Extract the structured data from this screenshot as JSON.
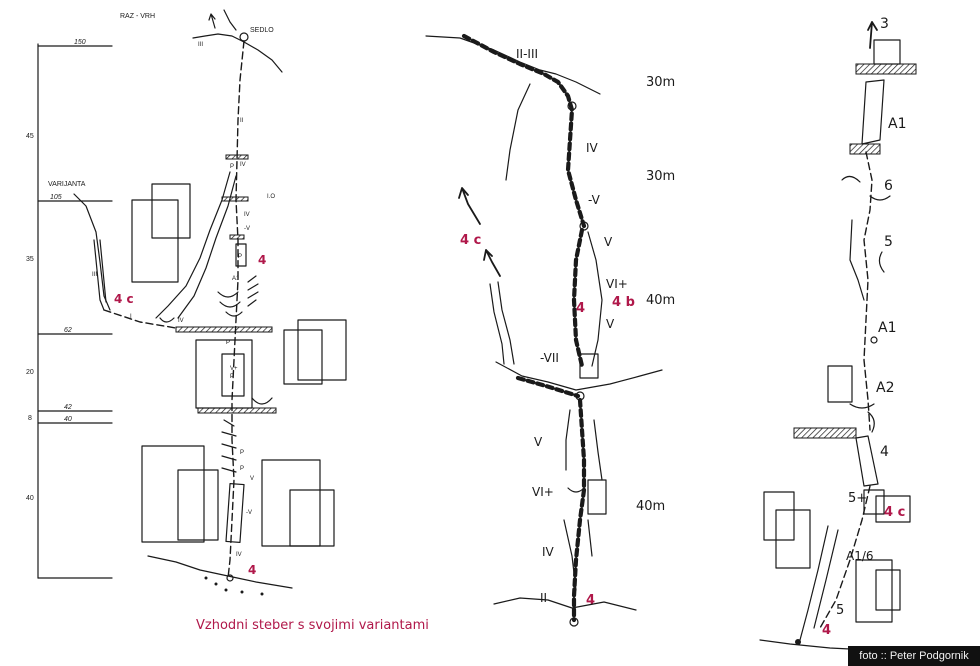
{
  "caption": "Vzhodni steber s svojimi variantami",
  "credit": "foto :: Peter Podgornik",
  "colors": {
    "ink": "#1a1a1a",
    "accent": "#b0184a",
    "credit_bg": "#111111"
  },
  "left_topo": {
    "summit": "RAZ - VRH",
    "saddle": "SEDLO",
    "variant": "VARIJANTA",
    "scale_heights": [
      "150",
      "105",
      "62",
      "42",
      "40"
    ],
    "pitch_lengths": [
      "45",
      "35",
      "20",
      "8",
      "40"
    ],
    "grades": [
      "III",
      "II",
      "IV",
      "P",
      "IV",
      "-V",
      "P",
      "A1",
      "III",
      "IV",
      "P",
      "V+",
      "P",
      "P",
      "P",
      "V",
      "-V",
      "IV"
    ],
    "io_label": "I.O",
    "i_label": "I",
    "route_labels": [
      "4",
      "4 c",
      "4"
    ]
  },
  "middle_topo": {
    "grades": [
      "II-III",
      "IV",
      "-V",
      "V",
      "VI+",
      "V",
      "-VII",
      "V",
      "VI+",
      "IV",
      "II"
    ],
    "lengths": [
      "30m",
      "30m",
      "40m",
      "40m"
    ],
    "route_labels": [
      "4 c",
      "4",
      "4 b",
      "4"
    ]
  },
  "right_topo": {
    "grades": [
      "3",
      "A1",
      "6",
      "5",
      "A1",
      "A2",
      "4",
      "5+",
      "A1/6",
      "5"
    ],
    "route_labels": [
      "4 c",
      "4"
    ]
  }
}
